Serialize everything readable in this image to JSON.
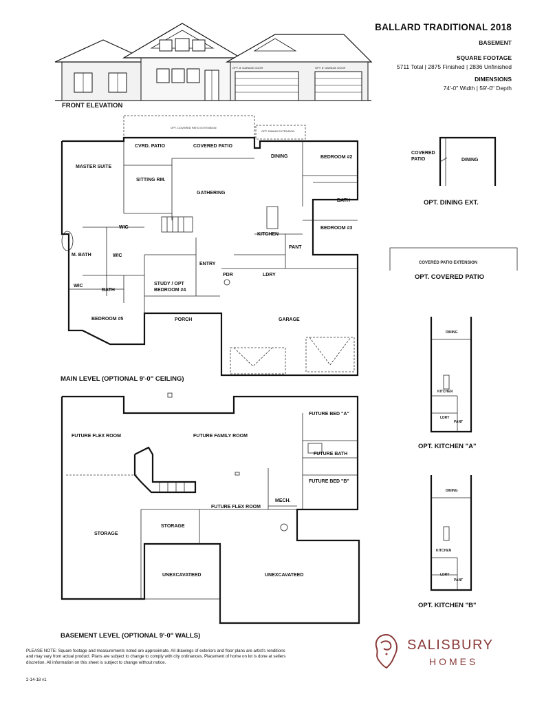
{
  "header": {
    "title": "BALLARD TRADITIONAL 2018",
    "subtitle": "BASEMENT",
    "square_footage_label": "SQUARE FOOTAGE",
    "square_footage_value": "5711 Total | 2875 Finished | 2836 Unfinished",
    "dimensions_label": "DIMENSIONS",
    "dimensions_value": "74'-0\" Width  |  59'-0\" Depth"
  },
  "elevation": {
    "caption": "FRONT ELEVATION",
    "garage_door_1": "OPT. 8' GARAGE DOOR",
    "garage_door_2": "OPT. 8' GARAGE DOOR"
  },
  "main_level": {
    "caption": "MAIN LEVEL (OPTIONAL 9'-0\" CEILING)",
    "opt_patio_extension": "OPT. COVERED PATIO EXTENSION",
    "opt_dining_extension": "OPT. DINING EXTENSION",
    "rooms": {
      "cvrd_patio": "CVRD. PATIO",
      "covered_patio": "COVERED PATIO",
      "dining": "DINING",
      "bedroom2": "BEDROOM #2",
      "master_suite": "MASTER SUITE",
      "sitting_rm": "SITTING RM.",
      "gathering": "GATHERING",
      "bath2": "BATH",
      "wic1": "WIC",
      "bedroom3": "BEDROOM #3",
      "kitchen": "KITCHEN",
      "m_bath": "M. BATH",
      "wic2": "WIC",
      "pant": "PANT",
      "entry": "ENTRY",
      "wic3": "WIC",
      "study": "STUDY / OPT\nBEDROOM #4",
      "pdr": "PDR",
      "ldry": "LDRY",
      "bath": "BATH",
      "garage": "GARAGE",
      "bedroom5": "BEDROOM #5",
      "porch": "PORCH"
    }
  },
  "basement_level": {
    "caption": "BASEMENT LEVEL (OPTIONAL 9'-0\" WALLS)",
    "rooms": {
      "future_bed_a": "FUTURE BED \"A\"",
      "future_flex_room_1": "FUTURE FLEX ROOM",
      "future_family_room": "FUTURE FAMILY ROOM",
      "future_bath": "FUTURE BATH",
      "future_bed_b": "FUTURE BED \"B\"",
      "future_flex_room_2": "FUTURE FLEX ROOM",
      "mech": "MECH.",
      "storage_1": "STORAGE",
      "storage_2": "STORAGE",
      "unexcavated_1": "UNEXCAVATEED",
      "unexcavated_2": "UNEXCAVATEED"
    }
  },
  "options": {
    "opt_dining": {
      "caption": "OPT. DINING EXT.",
      "covered_patio": "COVERED\nPATIO",
      "dining": "DINING"
    },
    "opt_covered_patio": {
      "caption": "OPT. COVERED PATIO",
      "label": "COVERED PATIO EXTENSION"
    },
    "opt_kitchen_a": {
      "caption": "OPT. KITCHEN \"A\"",
      "dining": "DINING",
      "kitchen": "KITCHEN",
      "ldry": "LDRY",
      "pant": "PANT"
    },
    "opt_kitchen_b": {
      "caption": "OPT. KITCHEN \"B\"",
      "dining": "DINING",
      "kitchen": "KITCHEN",
      "ldry": "LDRY",
      "pant": "PANT"
    }
  },
  "footer": {
    "note": "PLEASE NOTE: Square footage and measurements noted are approximate. All drawings of exteriors and floor plans are artist's renditions and may vary from actual product. Plans are subject to change to comply with city ordinances. Placement of home on lot is done at sellers discretion. All information on this sheet is subject to change without notice.",
    "version": "2-14-18 v1",
    "logo_name": "SALISBURY",
    "logo_sub": "HOMES",
    "logo_icon": "ram-head-icon",
    "brand_color": "#8a3a38"
  }
}
